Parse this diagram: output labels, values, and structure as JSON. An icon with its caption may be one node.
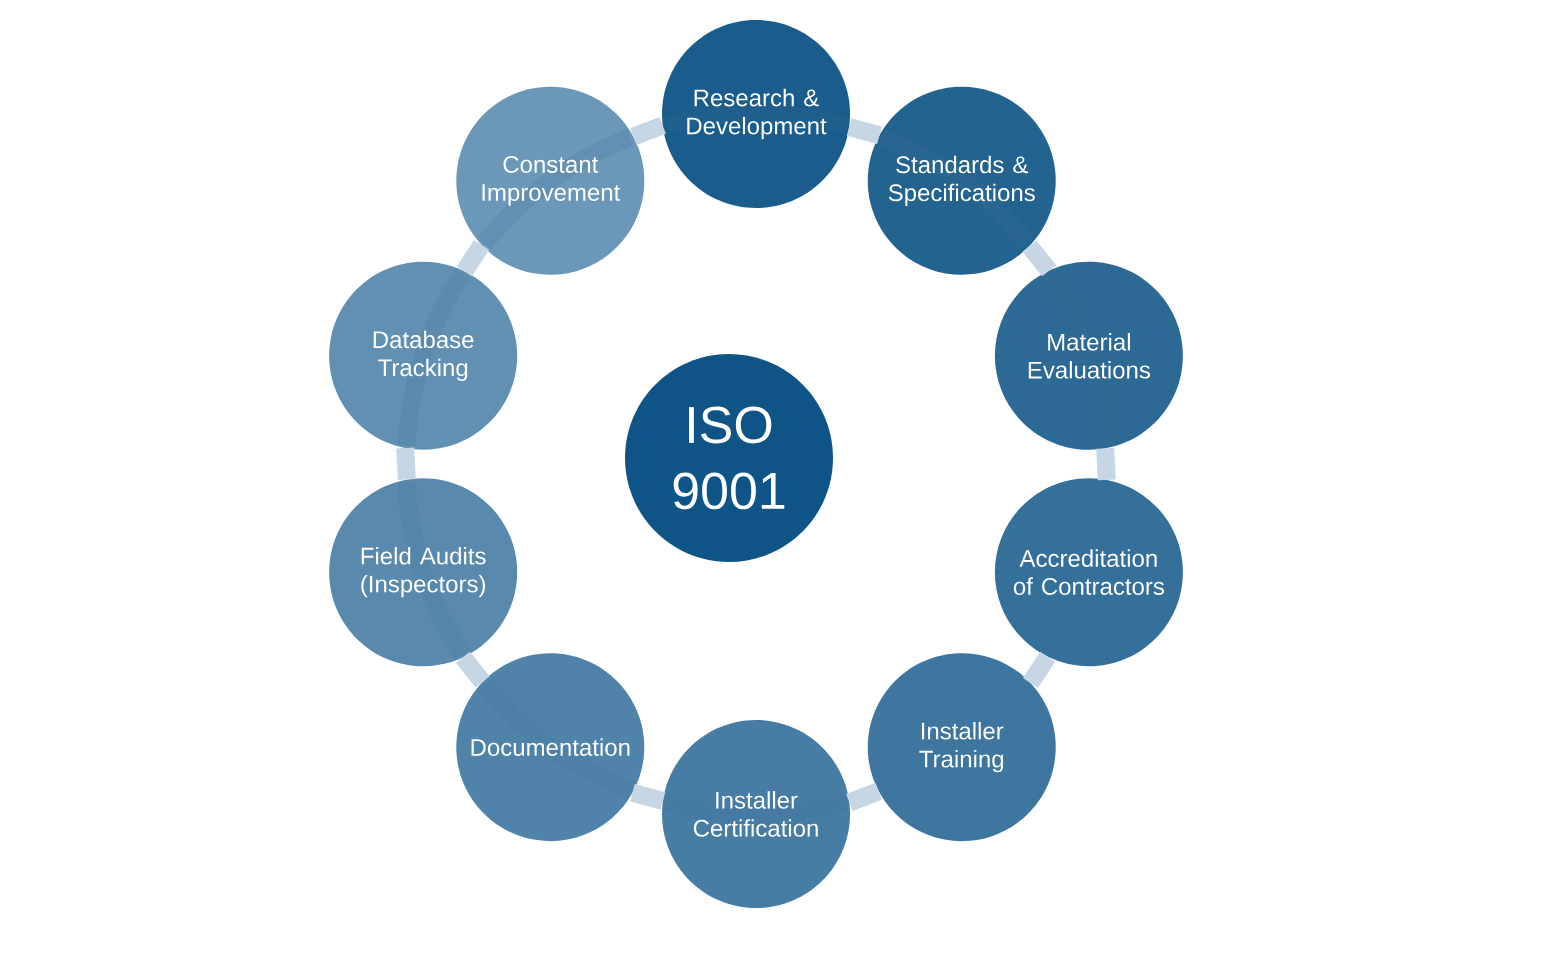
{
  "diagram": {
    "nodes": [
      {
        "text": [
          "ISO 9001"
        ]
      },
      {
        "text": [
          "Research & Development"
        ]
      },
      {
        "text": [
          "Standards & Specifications"
        ]
      },
      {
        "text": [
          "Material Evaluations"
        ]
      },
      {
        "text": [
          "Accreditation of Contractors"
        ]
      },
      {
        "text": [
          "Installer Training"
        ]
      },
      {
        "text": [
          "Installer Certification"
        ]
      },
      {
        "text": [
          "Documentation"
        ]
      },
      {
        "text": [
          "Field Audits (Inspectors)"
        ]
      },
      {
        "text": [
          "Database Tracking"
        ]
      },
      {
        "text": [
          "Constant Improvement"
        ]
      }
    ],
    "edges": [
      {
        "from": 1,
        "to": 2,
        "arrow": "none"
      },
      {
        "from": 2,
        "to": 3,
        "arrow": "none"
      },
      {
        "from": 3,
        "to": 4,
        "arrow": "none"
      },
      {
        "from": 4,
        "to": 5,
        "arrow": "none"
      },
      {
        "from": 5,
        "to": 6,
        "arrow": "none"
      },
      {
        "from": 6,
        "to": 7,
        "arrow": "none"
      },
      {
        "from": 7,
        "to": 8,
        "arrow": "none"
      },
      {
        "from": 8,
        "to": 9,
        "arrow": "none"
      },
      {
        "from": 9,
        "to": 10,
        "arrow": "none"
      },
      {
        "from": 10,
        "to": 1,
        "arrow": "none"
      }
    ]
  }
}
